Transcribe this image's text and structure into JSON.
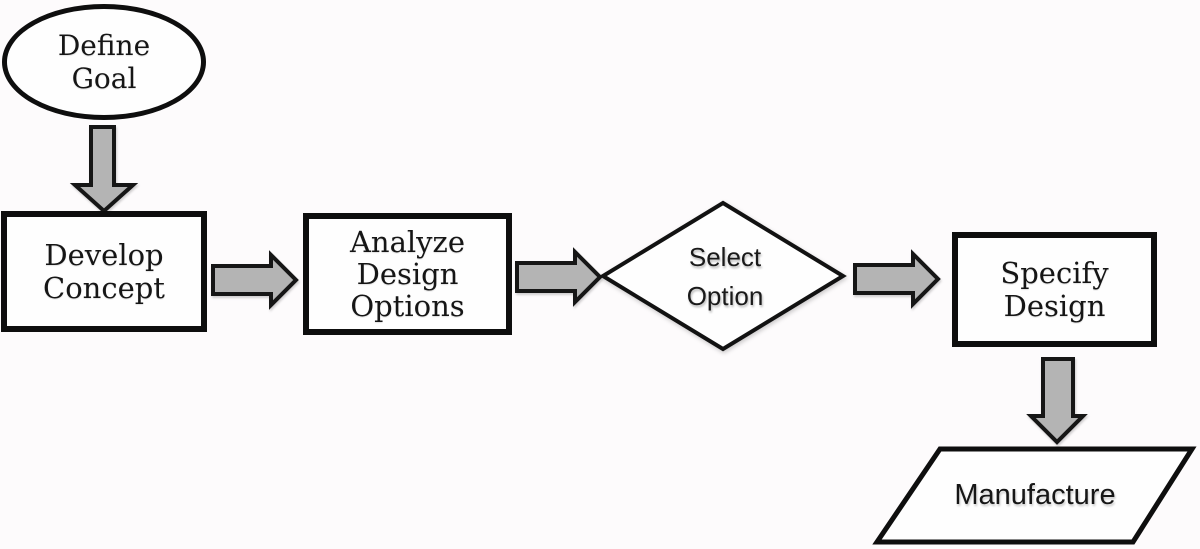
{
  "diagram": {
    "type": "flowchart",
    "background_color": "#fdfbfc",
    "shape_fill_color": "#fefefe",
    "shape_stroke_color": "#0e0e0e",
    "arrow_fill_color": "#b4b4b4",
    "arrow_stroke_color": "#161616",
    "text_color": "#161616",
    "nodes": [
      {
        "id": "define-goal",
        "shape": "ellipse",
        "label": "Define\nGoal"
      },
      {
        "id": "develop-concept",
        "shape": "rectangle",
        "label": "Develop\nConcept"
      },
      {
        "id": "analyze-design-options",
        "shape": "rectangle",
        "label": "Analyze\nDesign\nOptions"
      },
      {
        "id": "select-option",
        "shape": "diamond",
        "label": "Select\nOption"
      },
      {
        "id": "specify-design",
        "shape": "rectangle",
        "label": "Specify\nDesign"
      },
      {
        "id": "manufacture",
        "shape": "parallelogram",
        "label": "Manufacture"
      }
    ],
    "connectors": [
      {
        "from": "define-goal",
        "to": "develop-concept",
        "direction": "down"
      },
      {
        "from": "develop-concept",
        "to": "analyze-design-options",
        "direction": "right"
      },
      {
        "from": "analyze-design-options",
        "to": "select-option",
        "direction": "right"
      },
      {
        "from": "select-option",
        "to": "specify-design",
        "direction": "right"
      },
      {
        "from": "specify-design",
        "to": "manufacture",
        "direction": "down"
      }
    ]
  }
}
